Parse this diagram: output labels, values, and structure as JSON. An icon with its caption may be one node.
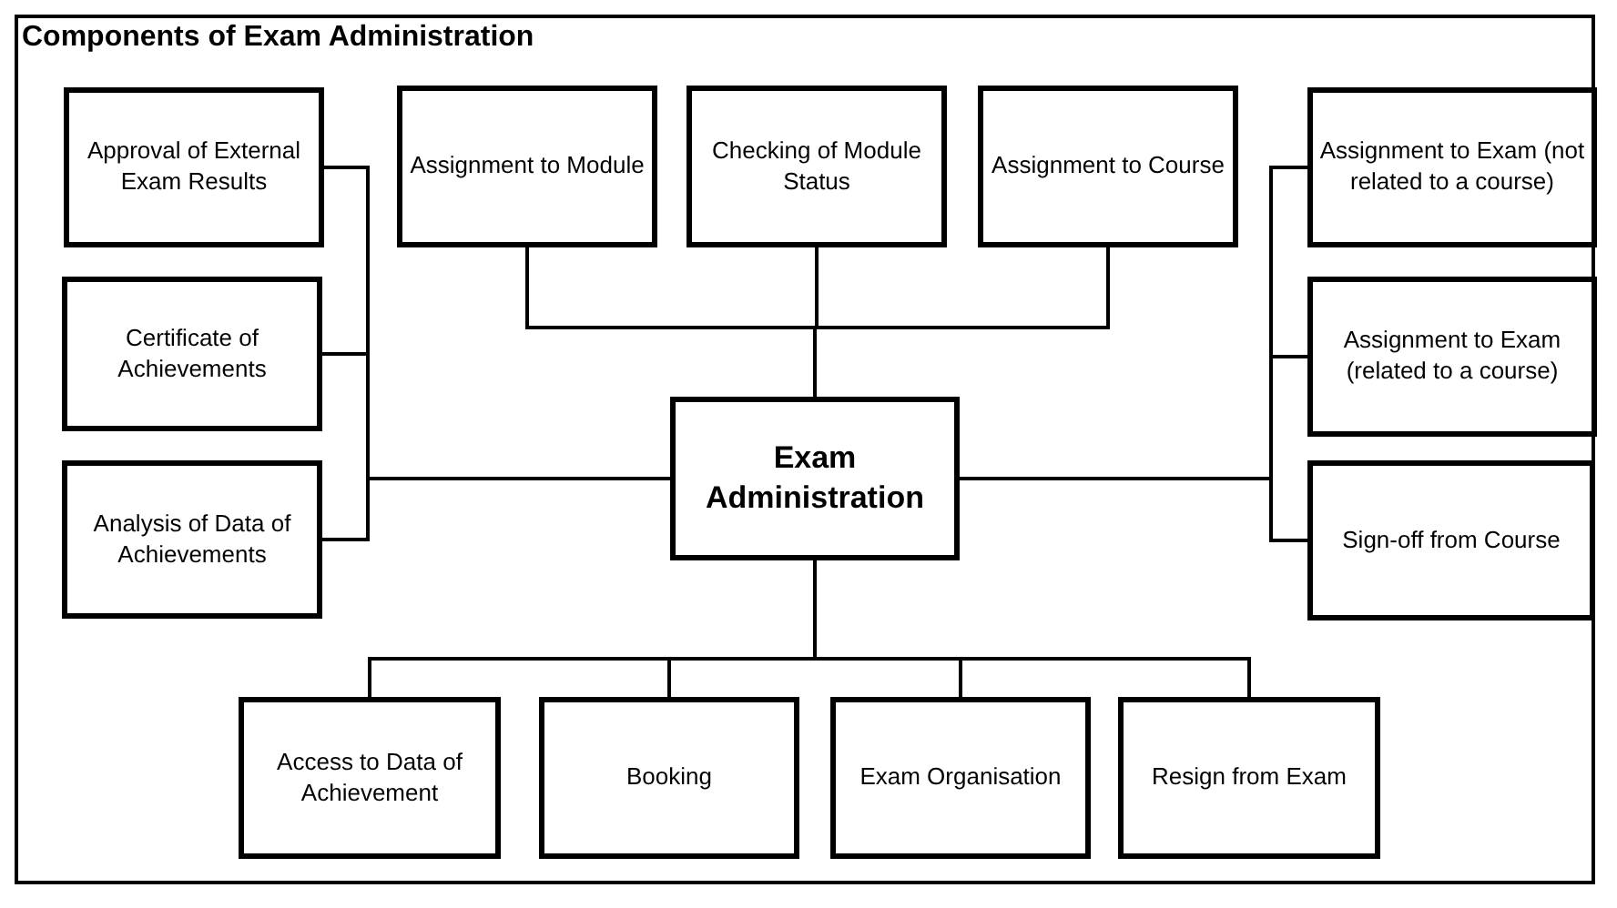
{
  "diagram": {
    "title": "Components of Exam Administration",
    "nodes": [
      {
        "text": [
          "Approval of External Exam Results"
        ]
      },
      {
        "text": [
          "Assignment to Module"
        ]
      },
      {
        "text": [
          "Checking of Module Status"
        ]
      },
      {
        "text": [
          "Assignment to Course"
        ]
      },
      {
        "text": [
          "Assignment to Exam (not related to a course)"
        ]
      },
      {
        "text": [
          "Certificate of Achievements"
        ]
      },
      {
        "text": [
          "Assignment to Exam (related to a course)"
        ]
      },
      {
        "text": [
          "Exam Administration"
        ]
      },
      {
        "text": [
          "Analysis of Data of Achievements"
        ]
      },
      {
        "text": [
          "Sign-off from Course"
        ]
      },
      {
        "text": [
          "Access to Data of Achievement"
        ]
      },
      {
        "text": [
          "Booking"
        ]
      },
      {
        "text": [
          "Exam Organisation"
        ]
      },
      {
        "text": [
          "Resign from Exam"
        ]
      }
    ],
    "edges": [
      {
        "from": 7,
        "to": 0,
        "arrow": "none"
      },
      {
        "from": 7,
        "to": 1,
        "arrow": "none"
      },
      {
        "from": 7,
        "to": 2,
        "arrow": "none"
      },
      {
        "from": 7,
        "to": 3,
        "arrow": "none"
      },
      {
        "from": 7,
        "to": 4,
        "arrow": "none"
      },
      {
        "from": 7,
        "to": 5,
        "arrow": "none"
      },
      {
        "from": 7,
        "to": 6,
        "arrow": "none"
      },
      {
        "from": 7,
        "to": 8,
        "arrow": "none"
      },
      {
        "from": 7,
        "to": 9,
        "arrow": "none"
      },
      {
        "from": 7,
        "to": 10,
        "arrow": "none"
      },
      {
        "from": 7,
        "to": 11,
        "arrow": "none"
      },
      {
        "from": 7,
        "to": 12,
        "arrow": "none"
      },
      {
        "from": 7,
        "to": 13,
        "arrow": "none"
      }
    ]
  }
}
